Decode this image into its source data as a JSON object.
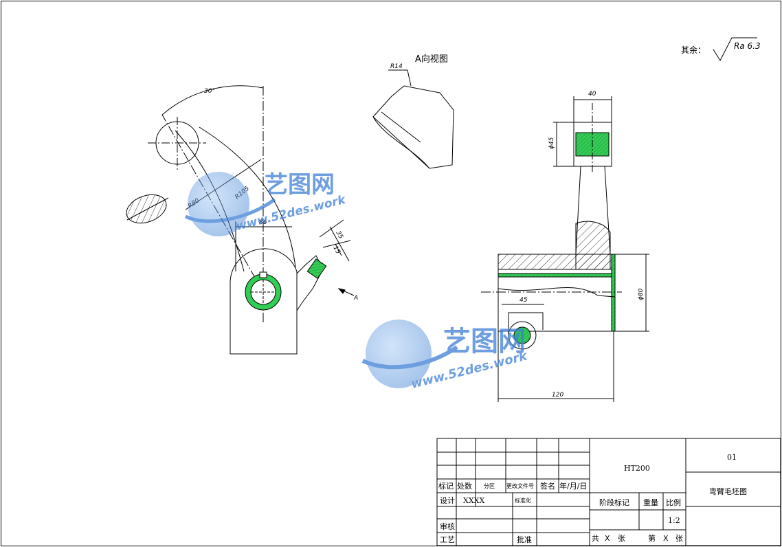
{
  "drawing": {
    "surface_note_label": "其余：",
    "surface_roughness": "Ra 6.3",
    "view_a_title": "A向视图",
    "view_a_arrow_label": "A",
    "radius_r14": "R14",
    "angle_30": "30°",
    "radius_r80": "R80",
    "radius_r105": "R105",
    "dim_86": "86",
    "dim_35": "35",
    "dim_15": "15",
    "dim_40": "40",
    "dim_dia45": "ϕ45",
    "dim_dia80": "ϕ80",
    "dim_45": "45",
    "dim_120": "120",
    "watermark_cn": "艺图网",
    "watermark_url": "www.52des.work"
  },
  "title_block": {
    "mark": "标记",
    "count": "处数",
    "zone": "分区",
    "change_doc": "更改文件号",
    "sign": "签名",
    "date": "年/月/日",
    "design": "设计",
    "designer": "XXXX",
    "standardize": "标准化",
    "review": "审核",
    "process": "工艺",
    "approve": "批准",
    "material": "HT200",
    "drawing_no": "01",
    "part_name": "弯臂毛坯图",
    "stage_mark": "阶段标记",
    "weight": "重量",
    "scale_label": "比例",
    "scale": "1:2",
    "total": "共",
    "x1": "X",
    "sheets1": "张",
    "page": "第",
    "x2": "X",
    "sheets2": "张"
  },
  "colors": {
    "line": "#000000",
    "section_fill": "#33cc55",
    "watermark": "#3d7fd6"
  }
}
